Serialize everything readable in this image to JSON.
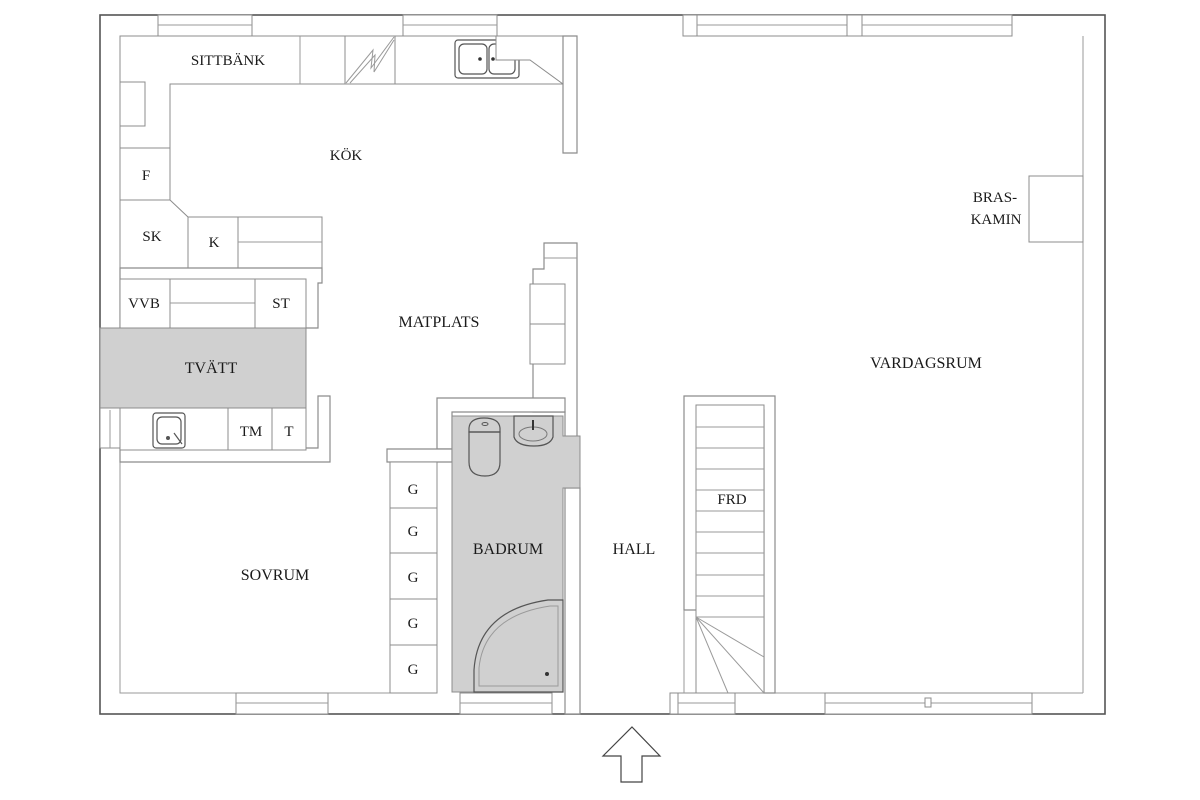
{
  "plan": {
    "rooms": {
      "kitchen": "KÖK",
      "dining": "MATPLATS",
      "laundry": "TVÄTT",
      "bedroom": "SOVRUM",
      "bathroom": "BADRUM",
      "hall": "HALL",
      "living": "VARDAGSRUM",
      "stairs": "FRD"
    },
    "fixtures": {
      "bench": "SITTBÄNK",
      "freezer": "F",
      "cabinet_sk": "SK",
      "fridge_k": "K",
      "water_heater": "VVB",
      "st": "ST",
      "washer": "TM",
      "dryer": "T",
      "wardrobe": "G",
      "fireplace_line1": "BRAS-",
      "fireplace_line2": "KAMIN"
    },
    "colors": {
      "wet_room_fill": "#d0d0d0",
      "wall_line": "#8c8c8c",
      "outer_wall": "#555555"
    },
    "entrance_arrow": "up-arrow"
  }
}
